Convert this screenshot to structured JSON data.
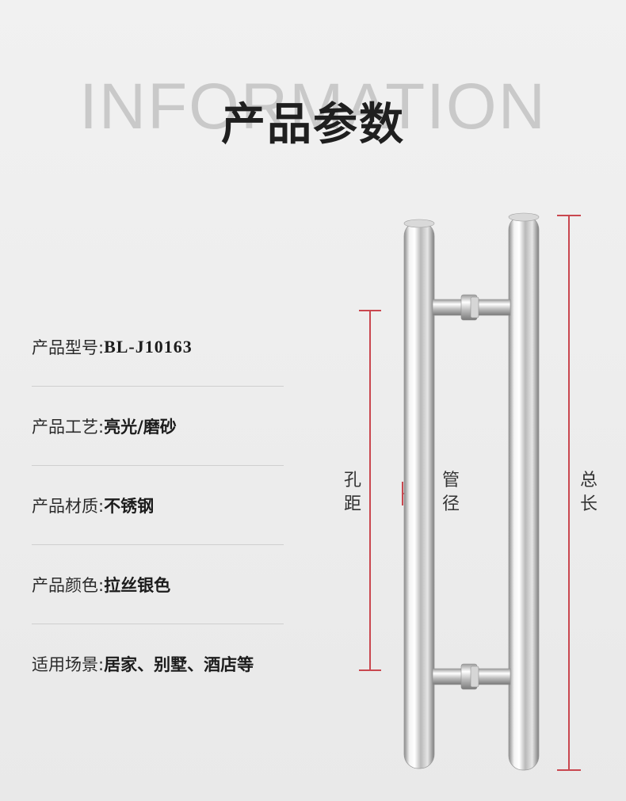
{
  "header": {
    "bg_word": "INFORMATION",
    "title": "产品参数"
  },
  "specs": [
    {
      "label": "产品型号:",
      "value": "BL-J10163"
    },
    {
      "label": "产品工艺:",
      "value": "亮光/磨砂"
    },
    {
      "label": "产品材质:",
      "value": "不锈钢"
    },
    {
      "label": "产品颜色:",
      "value": "拉丝银色"
    },
    {
      "label": "适用场景:",
      "value": "居家、别墅、酒店等"
    }
  ],
  "dimensions": {
    "hole_distance": [
      "孔",
      "距"
    ],
    "tube_diameter": [
      "管",
      "径"
    ],
    "total_length": [
      "总",
      "长"
    ]
  },
  "colors": {
    "dimension_line": "#c9474f",
    "title": "#1f1f1f",
    "bg_word": "#c9c9c9"
  }
}
